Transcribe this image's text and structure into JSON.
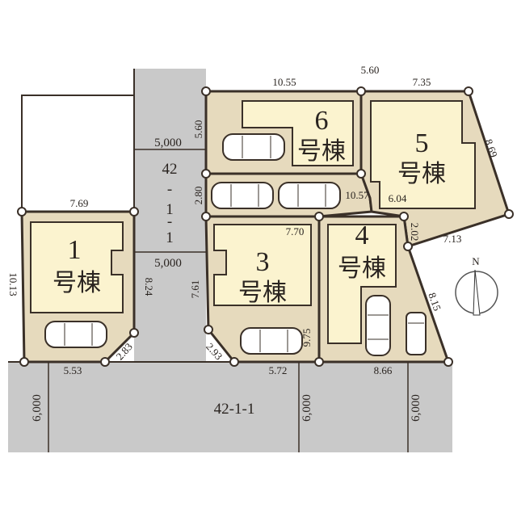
{
  "colors": {
    "lot": "#e6dabd",
    "building": "#fbf3cf",
    "road": "#c9c9c9",
    "line": "#3a3028"
  },
  "lots": [
    {
      "number": "1",
      "suffix": "号棟"
    },
    {
      "number": "3",
      "suffix": "号棟"
    },
    {
      "number": "4",
      "suffix": "号棟"
    },
    {
      "number": "5",
      "suffix": "号棟"
    },
    {
      "number": "6",
      "suffix": "号棟"
    }
  ],
  "roads": {
    "side": [
      "42",
      "-",
      "1",
      "-",
      "1"
    ],
    "front": "42-1-1"
  },
  "road_widths": {
    "side_top": "5,000",
    "side_mid": "5,000",
    "front_1": "6,000",
    "front_2": "6,000",
    "front_3": "6,000"
  },
  "dimensions": {
    "d1055": "10.55",
    "d560top": "5.60",
    "d735": "7.35",
    "d869": "8.69",
    "d560": "5.60",
    "d280": "2.80",
    "d1057": "10.57",
    "d604": "6.04",
    "d770": "7.70",
    "d202": "2.02",
    "d713": "7.13",
    "d769": "7.69",
    "d1013": "10.13",
    "d824": "8.24",
    "d761": "7.61",
    "d815": "8.15",
    "d975": "9.75",
    "d283": "2.83",
    "d293": "2.93",
    "d553": "5.53",
    "d572": "5.72",
    "d866": "8.66"
  },
  "compass": {
    "label": "N"
  }
}
